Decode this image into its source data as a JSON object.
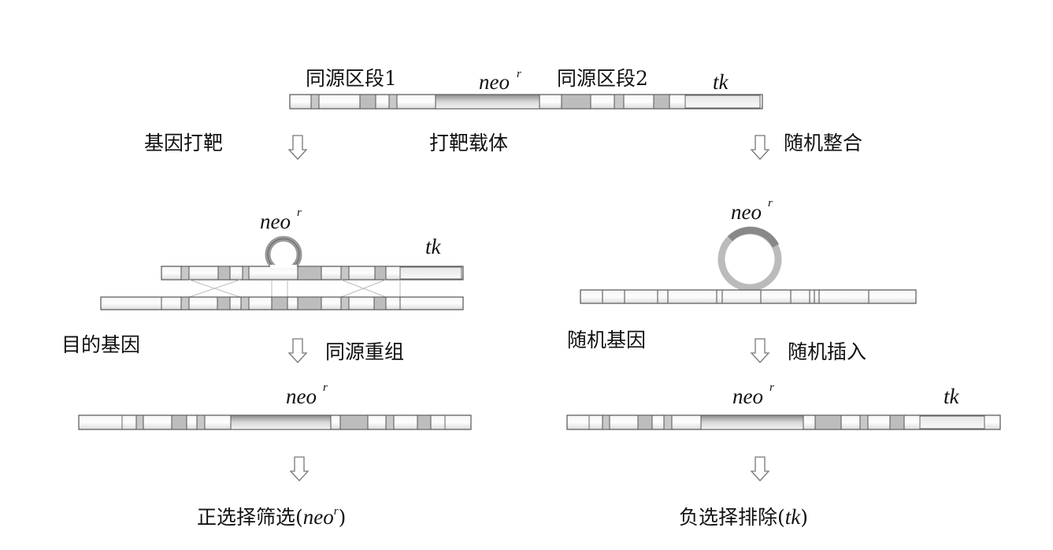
{
  "top": {
    "homology1": "同源区段1",
    "homology2": "同源区段2",
    "neo": "neo",
    "neo_sup": "r",
    "tk": "tk",
    "vector_label": "打靶载体"
  },
  "steps": {
    "gene_targeting": "基因打靶",
    "random_integration": "随机整合",
    "homologous_recombination": "同源重组",
    "random_insertion": "随机插入"
  },
  "left": {
    "neo": "neo",
    "neo_sup": "r",
    "tk": "tk",
    "target_gene": "目的基因",
    "result_neo": "neo",
    "result_neo_sup": "r",
    "selection_prefix": "正选择筛选(",
    "selection_neo": "neo",
    "selection_sup": "r",
    "selection_suffix": ")"
  },
  "right": {
    "neo": "neo",
    "neo_sup": "r",
    "random_gene": "随机基因",
    "result_neo": "neo",
    "result_neo_sup": "r",
    "result_tk": "tk",
    "selection_prefix": "负选择排除(",
    "selection_tk": "tk",
    "selection_suffix": ")"
  }
}
